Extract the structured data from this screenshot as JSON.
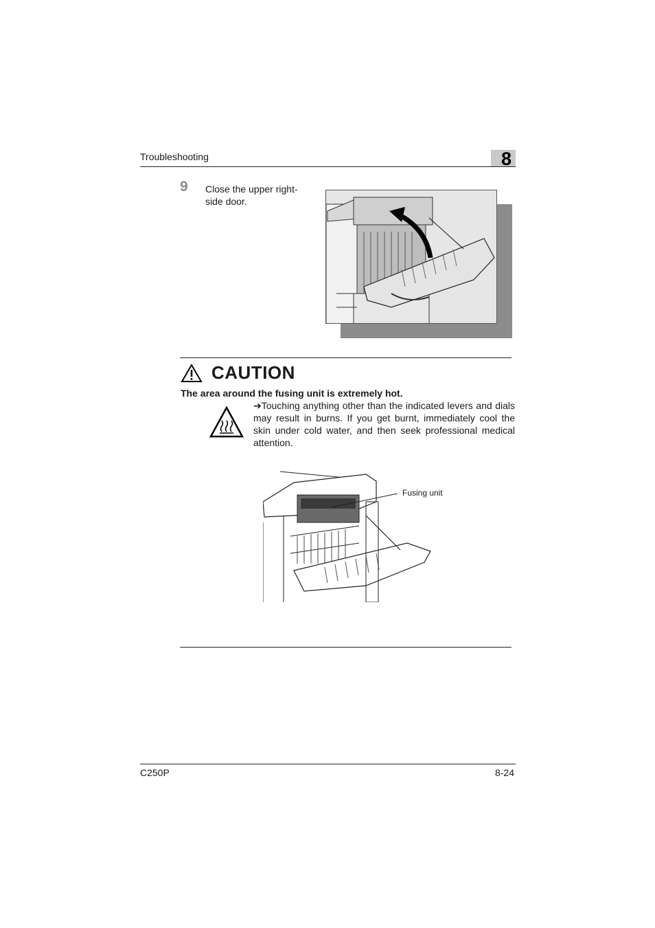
{
  "header": {
    "section_title": "Troubleshooting",
    "chapter_number": "8"
  },
  "step": {
    "number": "9",
    "text": "Close the upper right-side door."
  },
  "caution": {
    "title": "CAUTION",
    "heading": "The area around the fusing unit is extremely hot.",
    "body": "➔Touching anything other than the indicated levers and dials may result in burns. If you get burnt, immediately cool the skin under cold water, and then seek professional medical attention."
  },
  "illustration": {
    "callout_label": "Fusing unit"
  },
  "footer": {
    "model": "C250P",
    "page": "8-24"
  }
}
